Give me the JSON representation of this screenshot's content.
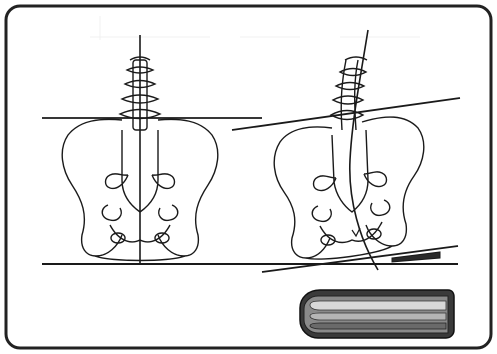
{
  "figure": {
    "panels": [
      {
        "id": "left",
        "depicts": "pelvis-level"
      },
      {
        "id": "right",
        "depicts": "pelvis-tilted-wallet"
      }
    ],
    "colors": {
      "outline": "#1a1a1a",
      "background": "#ffffff",
      "border": "#222222",
      "line": "#2b2b2b",
      "wallet_dark": "#3a3a3a",
      "wallet_mid": "#8a8a8a",
      "wallet_light": "#d8d8d8"
    }
  }
}
